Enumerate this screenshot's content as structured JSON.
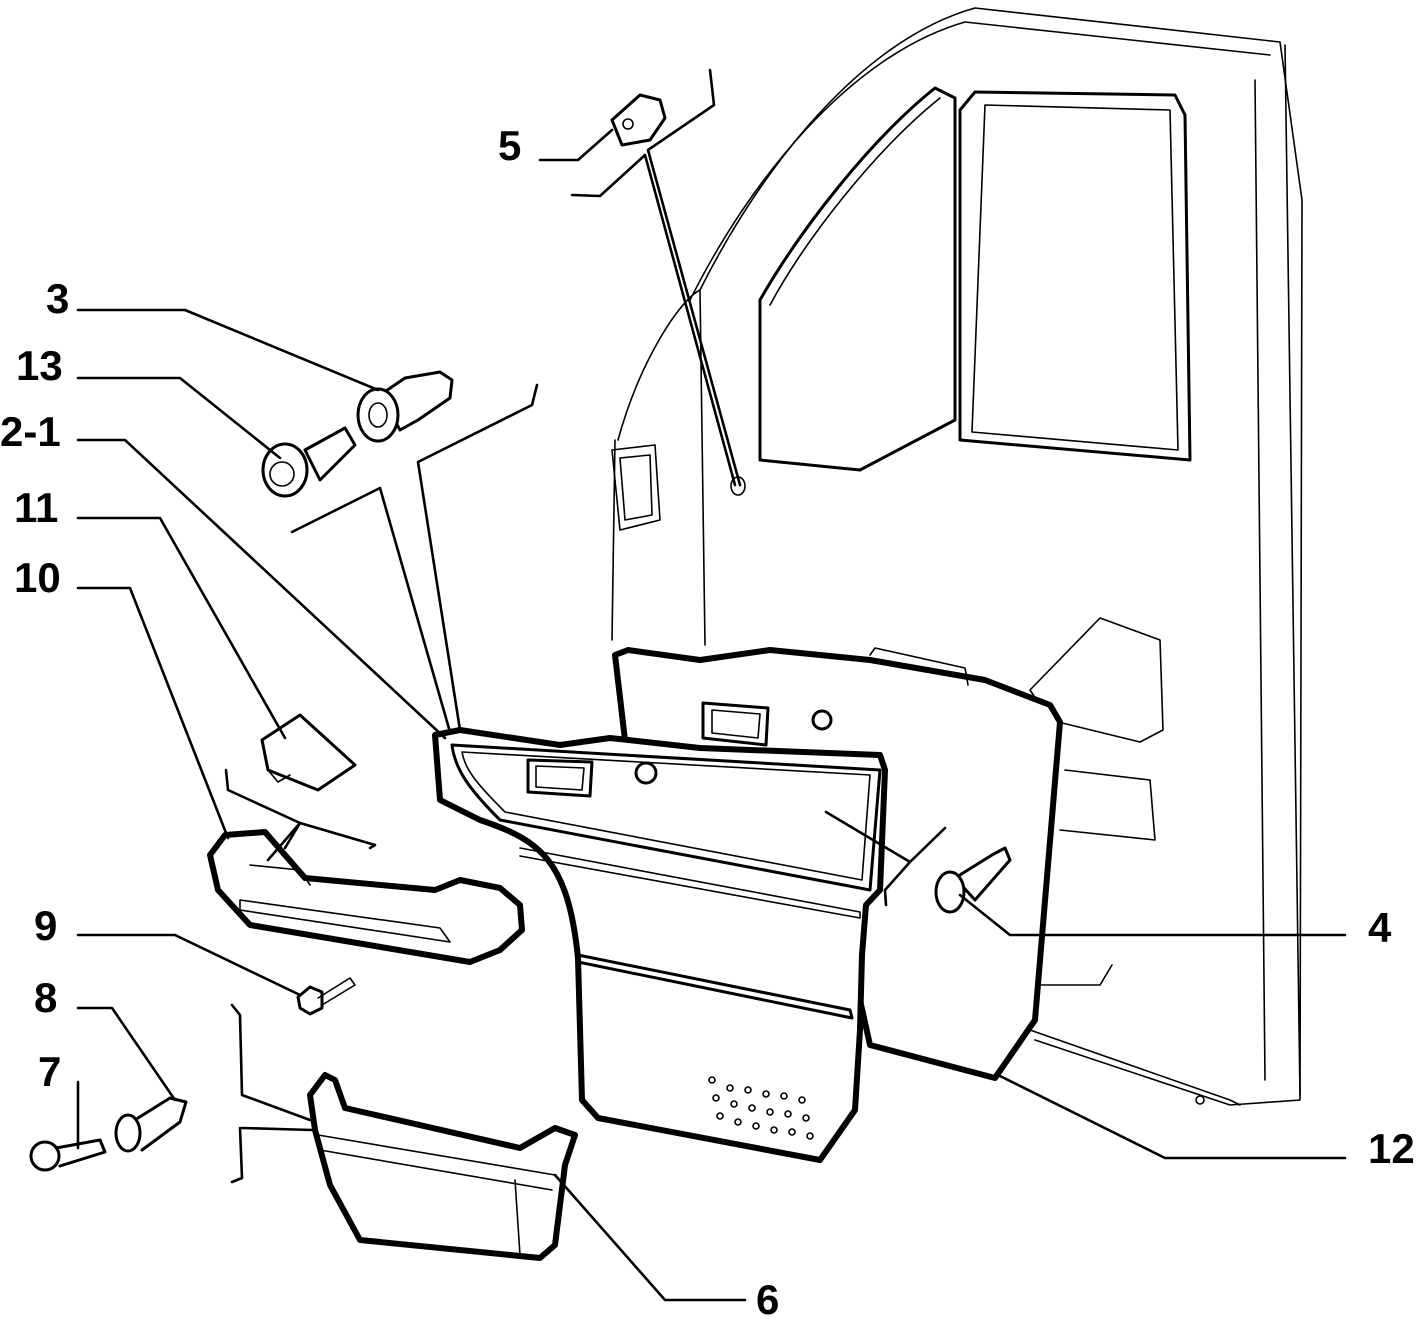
{
  "diagram": {
    "callouts": [
      {
        "id": "c5",
        "label": "5"
      },
      {
        "id": "c3",
        "label": "3"
      },
      {
        "id": "c13",
        "label": "13"
      },
      {
        "id": "c2-1",
        "label": "2-1"
      },
      {
        "id": "c11",
        "label": "11"
      },
      {
        "id": "c10",
        "label": "10"
      },
      {
        "id": "c9",
        "label": "9"
      },
      {
        "id": "c8",
        "label": "8"
      },
      {
        "id": "c7",
        "label": "7"
      },
      {
        "id": "c4",
        "label": "4"
      },
      {
        "id": "c12",
        "label": "12"
      },
      {
        "id": "c6",
        "label": "6"
      }
    ]
  }
}
